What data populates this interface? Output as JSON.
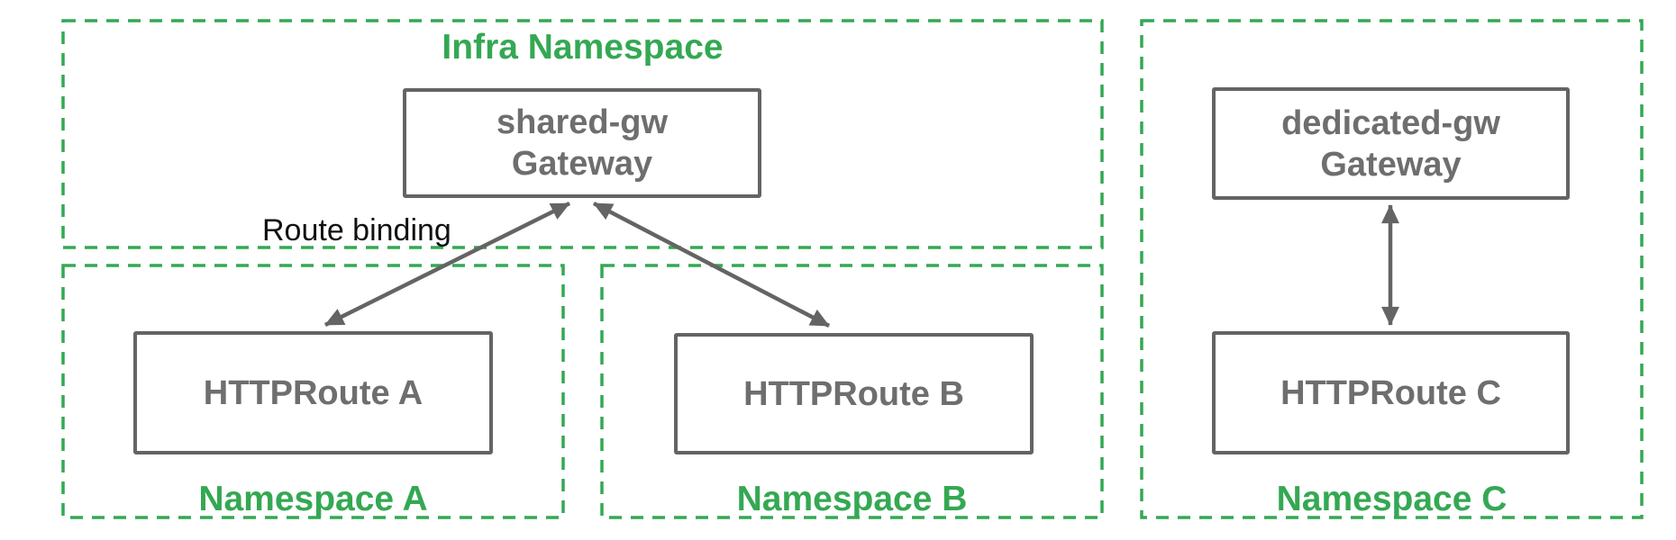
{
  "colors": {
    "namespace_green": "#34A853",
    "box_gray": "#646464",
    "box_text_gray": "#6e6e6e",
    "label_black": "#111111",
    "background": "#ffffff"
  },
  "infra_namespace": {
    "label": "Infra Namespace",
    "gateway_name": "shared-gw",
    "gateway_kind": "Gateway"
  },
  "namespace_a": {
    "label": "Namespace A",
    "route_label": "HTTPRoute A"
  },
  "namespace_b": {
    "label": "Namespace B",
    "route_label": "HTTPRoute B"
  },
  "namespace_c": {
    "label": "Namespace C",
    "gateway_name": "dedicated-gw",
    "gateway_kind": "Gateway",
    "route_label": "HTTPRoute C"
  },
  "annotations": {
    "route_binding_label": "Route binding"
  }
}
